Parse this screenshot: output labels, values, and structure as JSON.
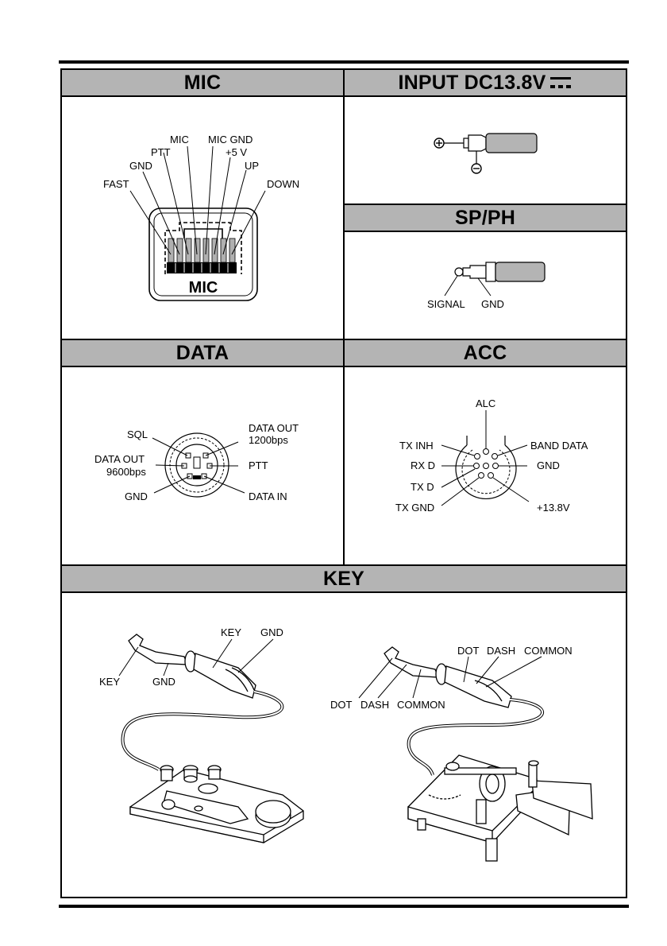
{
  "panels": {
    "mic": {
      "title": "MIC",
      "pins": [
        "FAST",
        "GND",
        "PTT",
        "MIC",
        "MIC GND",
        "+5 V",
        "UP",
        "DOWN"
      ],
      "jack_label": "MIC"
    },
    "input_dc": {
      "title": "INPUT DC13.8V",
      "plus": "+",
      "minus": "−"
    },
    "sp_ph": {
      "title": "SP/PH",
      "signal": "SIGNAL",
      "gnd": "GND"
    },
    "data": {
      "title": "DATA",
      "sql": "SQL",
      "data_out_1200_l1": "DATA OUT",
      "data_out_1200_l2": "1200bps",
      "data_out_9600_l1": "DATA OUT",
      "data_out_9600_l2": "9600bps",
      "ptt": "PTT",
      "gnd": "GND",
      "data_in": "DATA IN"
    },
    "acc": {
      "title": "ACC",
      "alc": "ALC",
      "tx_inh": "TX INH",
      "band_data": "BAND DATA",
      "rx_d": "RX D",
      "gnd": "GND",
      "tx_d": "TX D",
      "tx_gnd": "TX GND",
      "plus_13_8": "+13.8V"
    },
    "key": {
      "title": "KEY",
      "left_key_top": "KEY",
      "left_gnd_top": "GND",
      "left_key": "KEY",
      "left_gnd": "GND",
      "right_top_dot": "DOT",
      "right_top_dash": "DASH",
      "right_top_common": "COMMON",
      "right_dot": "DOT",
      "right_dash": "DASH",
      "right_common": "COMMON"
    }
  }
}
